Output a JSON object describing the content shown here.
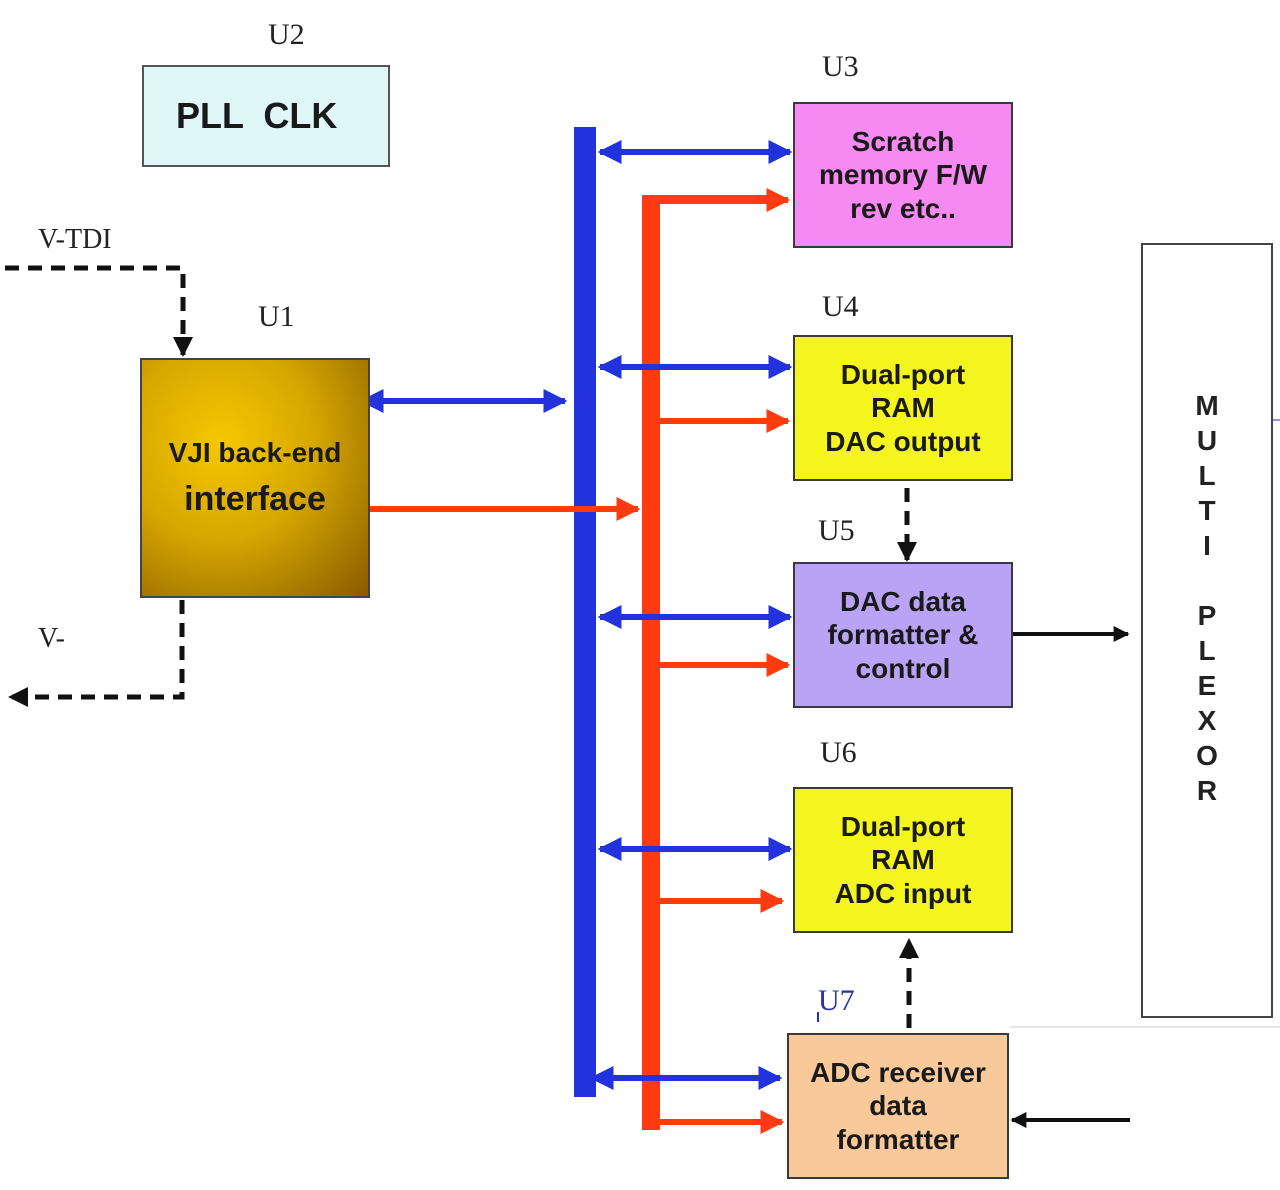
{
  "signals": {
    "v_tdi": "V-TDI",
    "v_out": "V-"
  },
  "blocks": {
    "pll": {
      "ref": "U2",
      "label": "PLL  CLK",
      "color": "#dff7f7"
    },
    "vji": {
      "ref": "U1",
      "line1": "VJI back-end",
      "line2": "interface",
      "color": "#e0b000"
    },
    "scratch": {
      "ref": "U3",
      "line1": "Scratch",
      "line2": "memory F/W",
      "line3": "rev etc..",
      "color": "#f78af2"
    },
    "dac_ram": {
      "ref": "U4",
      "line1": "Dual-port",
      "line2": "RAM",
      "line3": "DAC output",
      "color": "#f4f41e"
    },
    "dac_fmt": {
      "ref": "U5",
      "line1": "DAC data",
      "line2": "formatter &",
      "line3": "control",
      "color": "#b9a3f5"
    },
    "adc_ram": {
      "ref": "U6",
      "line1": "Dual-port",
      "line2": "RAM",
      "line3": "ADC input",
      "color": "#f4f41e"
    },
    "adc_rcv": {
      "ref": "U7",
      "line1": "ADC receiver",
      "line2": "data",
      "line3": "formatter",
      "color": "#f9c99a"
    },
    "mux": {
      "letters": [
        "M",
        "U",
        "L",
        "T",
        "I",
        "",
        "P",
        "L",
        "E",
        "X",
        "O",
        "R"
      ]
    }
  },
  "colors": {
    "bus_blue": "#2233dd",
    "bus_red": "#ff3b0f",
    "black": "#111111"
  }
}
